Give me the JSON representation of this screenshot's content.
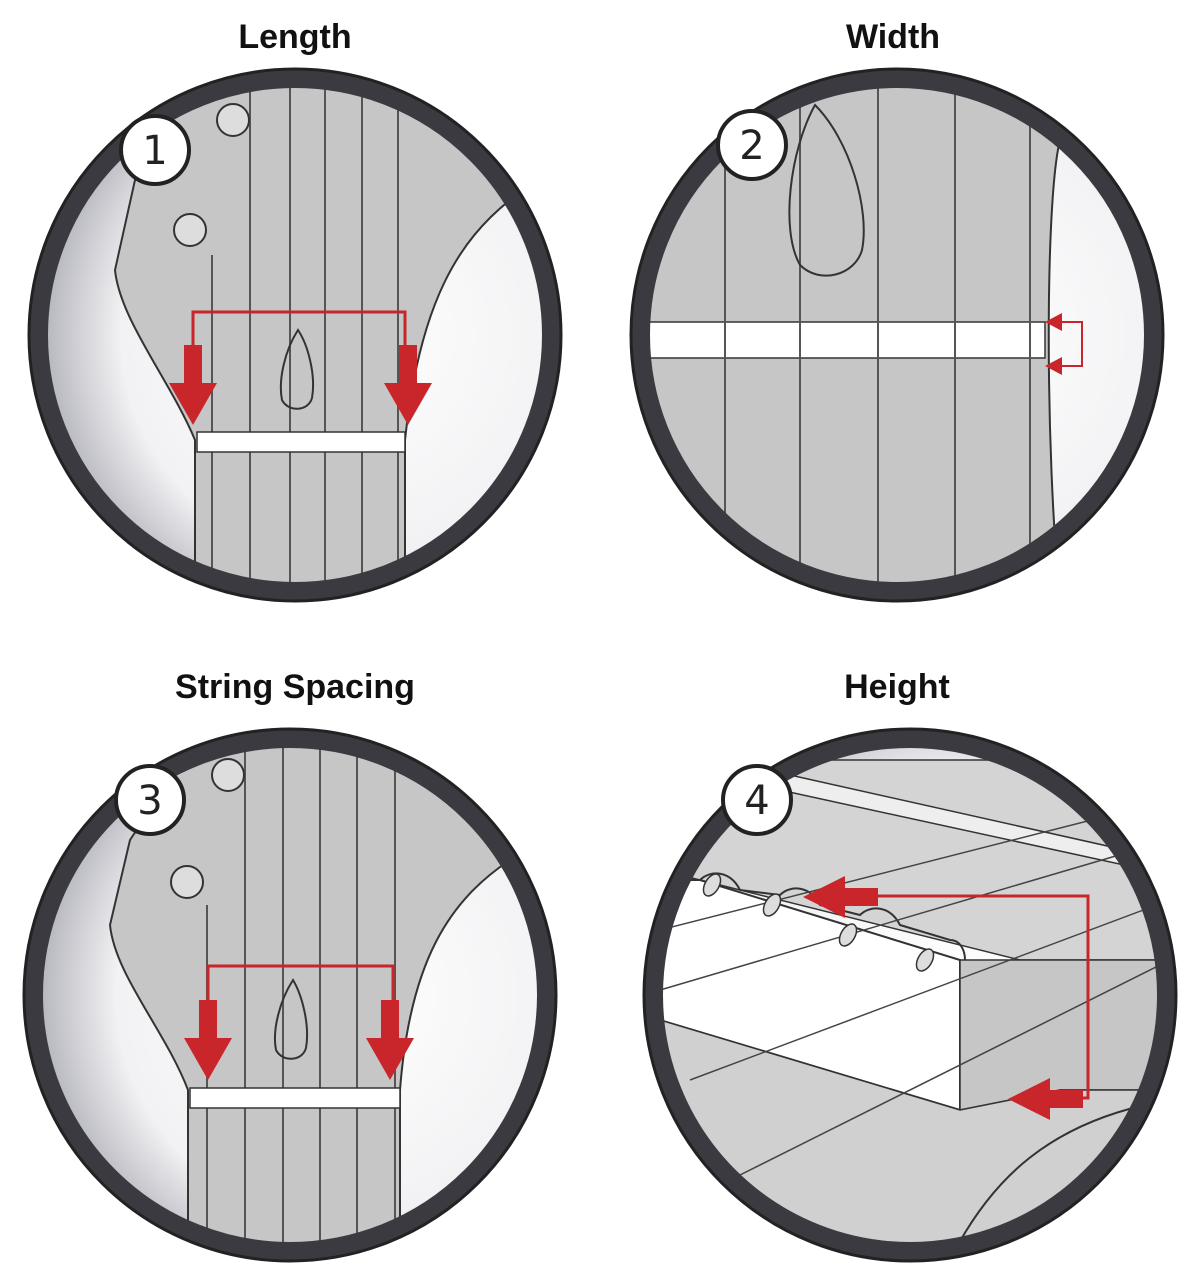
{
  "panels": [
    {
      "title": "Length",
      "number": "1"
    },
    {
      "title": "Width",
      "number": "2"
    },
    {
      "title": "String Spacing",
      "number": "3"
    },
    {
      "title": "Height",
      "number": "4"
    }
  ],
  "colors": {
    "arrow": "#c8262b",
    "ring": "#3a3a40",
    "body": "#c8c8c8",
    "line": "#444444"
  }
}
